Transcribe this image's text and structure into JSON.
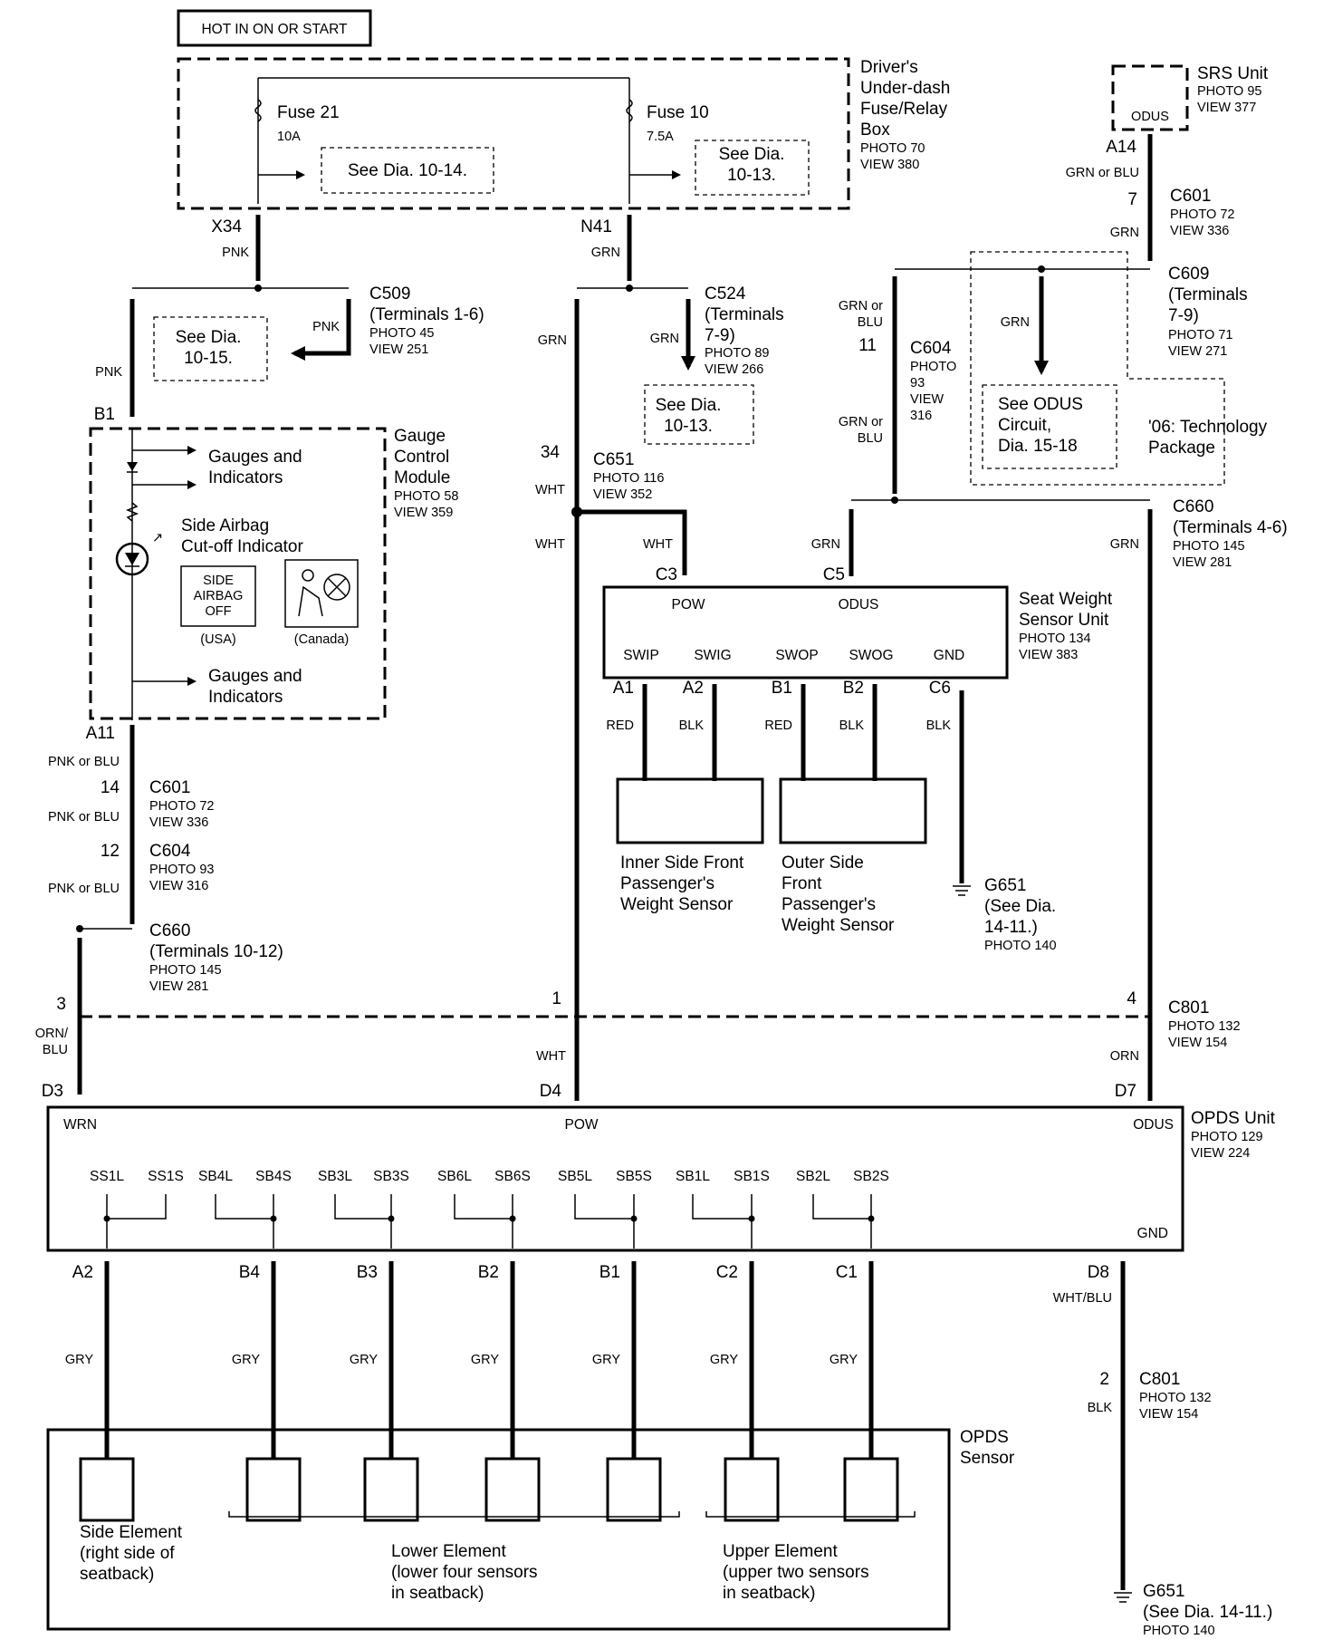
{
  "header": {
    "hot_label": "HOT IN ON OR START"
  },
  "fusebox": {
    "title": [
      "Driver's",
      "Under-dash",
      "Fuse/Relay",
      "Box"
    ],
    "photo": "PHOTO 70",
    "view": "VIEW 380",
    "fuse21": {
      "name": "Fuse 21",
      "rating": "10A",
      "see": "See Dia. 10-14."
    },
    "fuse10": {
      "name": "Fuse 10",
      "rating": "7.5A",
      "see": [
        "See Dia.",
        "10-13."
      ]
    }
  },
  "srs": {
    "title": "SRS Unit",
    "photo": "PHOTO 95",
    "view": "VIEW 377",
    "pin_label": "ODUS",
    "terminal": "A14",
    "wire": "GRN or BLU"
  },
  "c601_top": {
    "name": "C601",
    "pin": "7",
    "photo": "PHOTO 72",
    "view": "VIEW 336"
  },
  "grn_right": "GRN",
  "c609": {
    "name": "C609",
    "terms": [
      "(Terminals",
      "7-9)"
    ],
    "photo": "PHOTO 71",
    "view": "VIEW 271"
  },
  "odus_note": {
    "wire": "GRN",
    "text": [
      "See ODUS",
      "Circuit,",
      "Dia. 15-18"
    ],
    "pkg": [
      "'06: Technology",
      "Package"
    ]
  },
  "c604_mid": {
    "name": "C604",
    "pin": "11",
    "photo": [
      "PHOTO",
      "93"
    ],
    "view": [
      "VIEW",
      "316"
    ],
    "wire_top": [
      "GRN or",
      "BLU"
    ],
    "wire_bot": [
      "GRN or",
      "BLU"
    ]
  },
  "x34": {
    "terminal": "X34",
    "wire": "PNK"
  },
  "n41": {
    "terminal": "N41",
    "wire": "GRN"
  },
  "c509": {
    "name": "C509",
    "terms": "(Terminals 1-6)",
    "photo": "PHOTO 45",
    "view": "VIEW 251",
    "wire": "PNK",
    "see": [
      "See Dia.",
      "10-15."
    ],
    "wire_left": "PNK"
  },
  "c524": {
    "name": "C524",
    "terms": [
      "(Terminals",
      "7-9)"
    ],
    "photo": "PHOTO 89",
    "view": "VIEW 266",
    "wire": "GRN",
    "see": [
      "See Dia.",
      "10-13."
    ],
    "wire_left": "GRN"
  },
  "gauge": {
    "terminal_in": "B1",
    "title": [
      "Gauge",
      "Control",
      "Module"
    ],
    "photo": "PHOTO 58",
    "view": "VIEW 359",
    "gauges1": [
      "Gauges and",
      "Indicators"
    ],
    "indicator": [
      "Side Airbag",
      "Cut-off Indicator"
    ],
    "badge": [
      "SIDE",
      "AIRBAG",
      "OFF"
    ],
    "usa": "(USA)",
    "canada": "(Canada)",
    "gauges2": [
      "Gauges and",
      "Indicators"
    ],
    "terminal_out": "A11"
  },
  "c651": {
    "name": "C651",
    "pin": "34",
    "photo": "PHOTO 116",
    "view": "VIEW 352",
    "wire_a": "WHT",
    "wire_b": "WHT",
    "wire_c": "WHT"
  },
  "left_chain": {
    "w1": "PNK or BLU",
    "c601": {
      "name": "C601",
      "pin": "14",
      "photo": "PHOTO 72",
      "view": "VIEW 336"
    },
    "w2": "PNK or BLU",
    "c604": {
      "name": "C604",
      "pin": "12",
      "photo": "PHOTO 93",
      "view": "VIEW 316"
    },
    "w3": "PNK or BLU",
    "c660": {
      "name": "C660",
      "terms": "(Terminals 10-12)",
      "photo": "PHOTO 145",
      "view": "VIEW 281"
    }
  },
  "c660_right": {
    "name": "C660",
    "terms": "(Terminals 4-6)",
    "photo": "PHOTO 145",
    "view": "VIEW 281",
    "wire_left": "GRN",
    "wire_right": "GRN"
  },
  "sws": {
    "title": [
      "Seat Weight",
      "Sensor Unit"
    ],
    "photo": "PHOTO 134",
    "view": "VIEW 383",
    "c3": "C3",
    "c5": "C5",
    "pow": "POW",
    "odus": "ODUS",
    "pins": [
      "SWIP",
      "SWIG",
      "SWOP",
      "SWOG",
      "GND"
    ],
    "terms": [
      "A1",
      "A2",
      "B1",
      "B2",
      "C6"
    ],
    "wires": [
      "RED",
      "BLK",
      "RED",
      "BLK",
      "BLK"
    ],
    "inner": [
      "Inner Side Front",
      "Passenger's",
      "Weight Sensor"
    ],
    "outer": [
      "Outer Side",
      "Front",
      "Passenger's",
      "Weight Sensor"
    ]
  },
  "g651_mid": {
    "name": "G651",
    "see": [
      "(See Dia.",
      "14-11.)"
    ],
    "photo": "PHOTO 140"
  },
  "c801": {
    "name": "C801",
    "photo": "PHOTO 132",
    "view": "VIEW 154",
    "pin3": "3",
    "pin1": "1",
    "pin4": "4",
    "w_left": [
      "ORN/",
      "BLU"
    ],
    "w_mid": "WHT",
    "w_right": "ORN"
  },
  "opds": {
    "title": "OPDS Unit",
    "photo": "PHOTO 129",
    "view": "VIEW 224",
    "terms_top": [
      "D3",
      "D4",
      "D7"
    ],
    "pins_top": [
      "WRN",
      "POW",
      "ODUS"
    ],
    "pins": [
      "SS1L",
      "SS1S",
      "SB4L",
      "SB4S",
      "SB3L",
      "SB3S",
      "SB6L",
      "SB6S",
      "SB5L",
      "SB5S",
      "SB1L",
      "SB1S",
      "SB2L",
      "SB2S"
    ],
    "gnd": "GND",
    "terms_bottom": [
      "A2",
      "B4",
      "B3",
      "B2",
      "B1",
      "C2",
      "C1"
    ],
    "wires_bottom": [
      "GRY",
      "GRY",
      "GRY",
      "GRY",
      "GRY",
      "GRY",
      "GRY"
    ],
    "d8": "D8",
    "d8_wire": "WHT/BLU"
  },
  "c801_b": {
    "name": "C801",
    "pin": "2",
    "photo": "PHOTO 132",
    "view": "VIEW 154",
    "wire": "BLK"
  },
  "g651_bot": {
    "name": "G651",
    "see": [
      "(See Dia. 14-11.)"
    ],
    "photo": "PHOTO 140"
  },
  "sensor": {
    "title": [
      "OPDS",
      "Sensor"
    ],
    "side": [
      "Side Element",
      "(right side of",
      "seatback)"
    ],
    "lower": [
      "Lower Element",
      "(lower four sensors",
      "in seatback)"
    ],
    "upper": [
      "Upper Element",
      "(upper two sensors",
      "in seatback)"
    ]
  }
}
